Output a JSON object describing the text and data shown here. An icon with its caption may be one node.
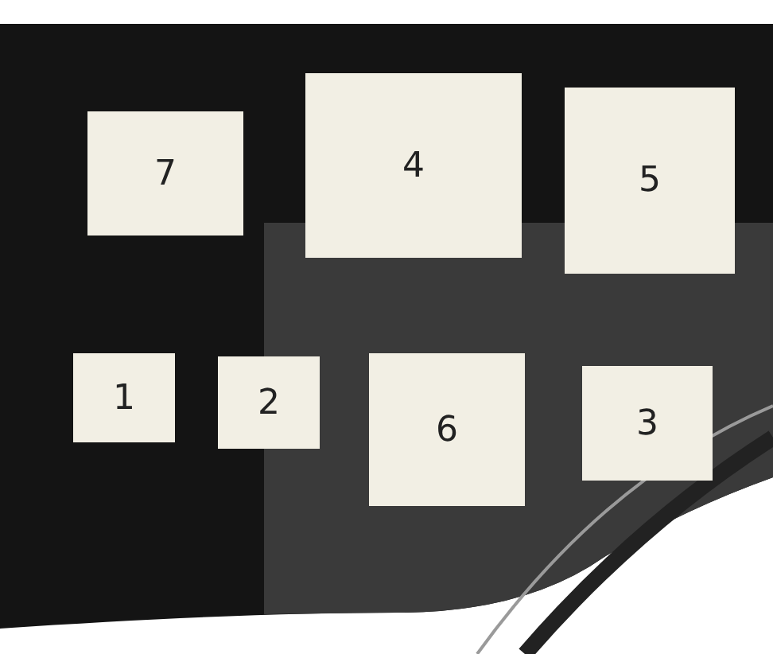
{
  "diagram": {
    "nodes": [
      {
        "text": [
          "7"
        ]
      },
      {
        "text": [
          "4"
        ]
      },
      {
        "text": [
          "5"
        ]
      },
      {
        "text": [
          "1"
        ]
      },
      {
        "text": [
          "2"
        ]
      },
      {
        "text": [
          "6"
        ]
      },
      {
        "text": [
          "3"
        ]
      }
    ]
  }
}
